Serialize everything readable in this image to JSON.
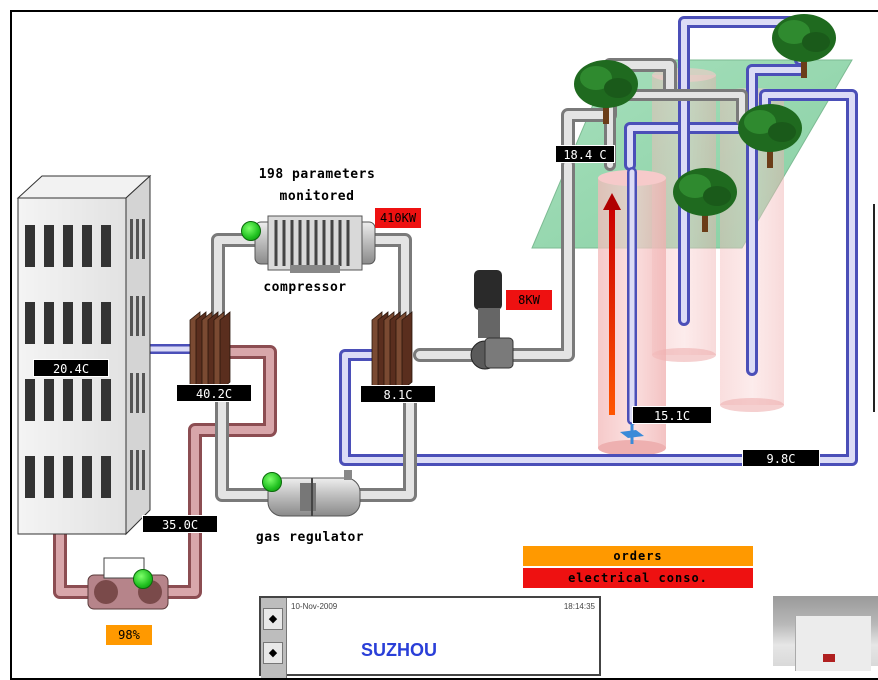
{
  "header": {
    "parameters_line1": "198 parameters",
    "parameters_line2": "monitored"
  },
  "components": {
    "compressor": "compressor",
    "gas_regulator": "gas regulator"
  },
  "temperatures": {
    "building": "20.4C",
    "left_exchanger": "40.2C",
    "right_exchanger": "8.1C",
    "return_line": "35.0C",
    "field_top": "18.4 C",
    "well": "15.1C",
    "field_return": "9.8C"
  },
  "power": {
    "compressor_kw": "410KW",
    "pump_kw": "8KW"
  },
  "pump_level": "98%",
  "legend": {
    "orders": "orders",
    "electrical": "electrical conso."
  },
  "panel": {
    "date": "10-Nov-2009",
    "time": "18:14:35",
    "city": "SUZHOU",
    "nav_up": "◆",
    "nav_down": "◆"
  },
  "colors": {
    "hot_pipe": "#c89598",
    "cold_pipe": "#6b6fd3",
    "grey_pipe": "#d6d6d6",
    "kw_red": "#ee1111",
    "orders_orange": "#ff9900",
    "status_green": "#22cc22",
    "city_blue": "#2a3fd8"
  }
}
